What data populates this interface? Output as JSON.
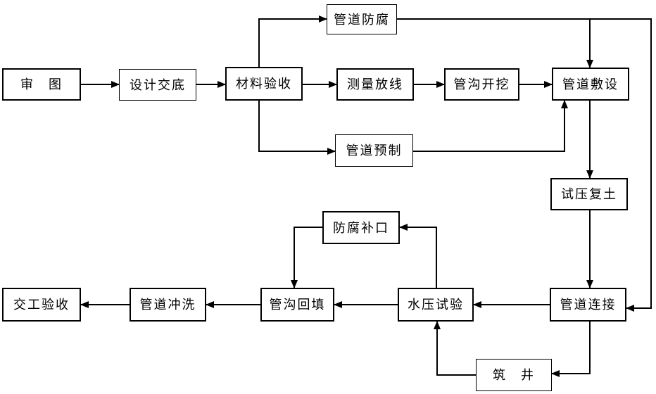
{
  "diagram": {
    "type": "flowchart",
    "colors": {
      "line": "#000000",
      "box_border": "#000000",
      "box_fill": "#ffffff",
      "background": "#ffffff",
      "text": "#000000"
    }
  },
  "nodes": [
    {
      "id": "shen-tu",
      "label": "审　图"
    },
    {
      "id": "sheji-jiaodi",
      "label": "设计交底"
    },
    {
      "id": "cailiao-yanshou",
      "label": "材料验收"
    },
    {
      "id": "guandao-fangfu",
      "label": "管道防腐"
    },
    {
      "id": "celiang-fangxian",
      "label": "测量放线"
    },
    {
      "id": "guangou-kaiwa",
      "label": "管沟开挖"
    },
    {
      "id": "guandao-fushe",
      "label": "管道敷设"
    },
    {
      "id": "guandao-yuzhi",
      "label": "管道预制"
    },
    {
      "id": "shiya-futu",
      "label": "试压复土"
    },
    {
      "id": "fangfu-bukou",
      "label": "防腐补口"
    },
    {
      "id": "guandao-lianjie",
      "label": "管道连接"
    },
    {
      "id": "shuiya-shiyan",
      "label": "水压试验"
    },
    {
      "id": "guangou-huitian",
      "label": "管沟回填"
    },
    {
      "id": "guandao-chongxi",
      "label": "管道冲洗"
    },
    {
      "id": "jiaogong-yanshou",
      "label": "交工验收"
    },
    {
      "id": "zhu-jing",
      "label": "筑　井"
    }
  ],
  "edges": [
    {
      "from": "shen-tu",
      "to": "sheji-jiaodi"
    },
    {
      "from": "sheji-jiaodi",
      "to": "cailiao-yanshou"
    },
    {
      "from": "cailiao-yanshou",
      "to": "celiang-fangxian"
    },
    {
      "from": "celiang-fangxian",
      "to": "guangou-kaiwa"
    },
    {
      "from": "guangou-kaiwa",
      "to": "guandao-fushe"
    },
    {
      "from": "cailiao-yanshou",
      "to": "guandao-fangfu"
    },
    {
      "from": "guandao-fangfu",
      "to": "guandao-fushe"
    },
    {
      "from": "guandao-fangfu",
      "to": "guandao-lianjie"
    },
    {
      "from": "cailiao-yanshou",
      "to": "guandao-yuzhi"
    },
    {
      "from": "guandao-yuzhi",
      "to": "guandao-fushe"
    },
    {
      "from": "guandao-fushe",
      "to": "shiya-futu"
    },
    {
      "from": "shiya-futu",
      "to": "guandao-lianjie"
    },
    {
      "from": "guandao-lianjie",
      "to": "zhu-jing"
    },
    {
      "from": "zhu-jing",
      "to": "shuiya-shiyan"
    },
    {
      "from": "guandao-lianjie",
      "to": "shuiya-shiyan"
    },
    {
      "from": "shuiya-shiyan",
      "to": "fangfu-bukou"
    },
    {
      "from": "fangfu-bukou",
      "to": "guangou-huitian"
    },
    {
      "from": "shuiya-shiyan",
      "to": "guangou-huitian"
    },
    {
      "from": "guangou-huitian",
      "to": "guandao-chongxi"
    },
    {
      "from": "guandao-chongxi",
      "to": "jiaogong-yanshou"
    }
  ]
}
